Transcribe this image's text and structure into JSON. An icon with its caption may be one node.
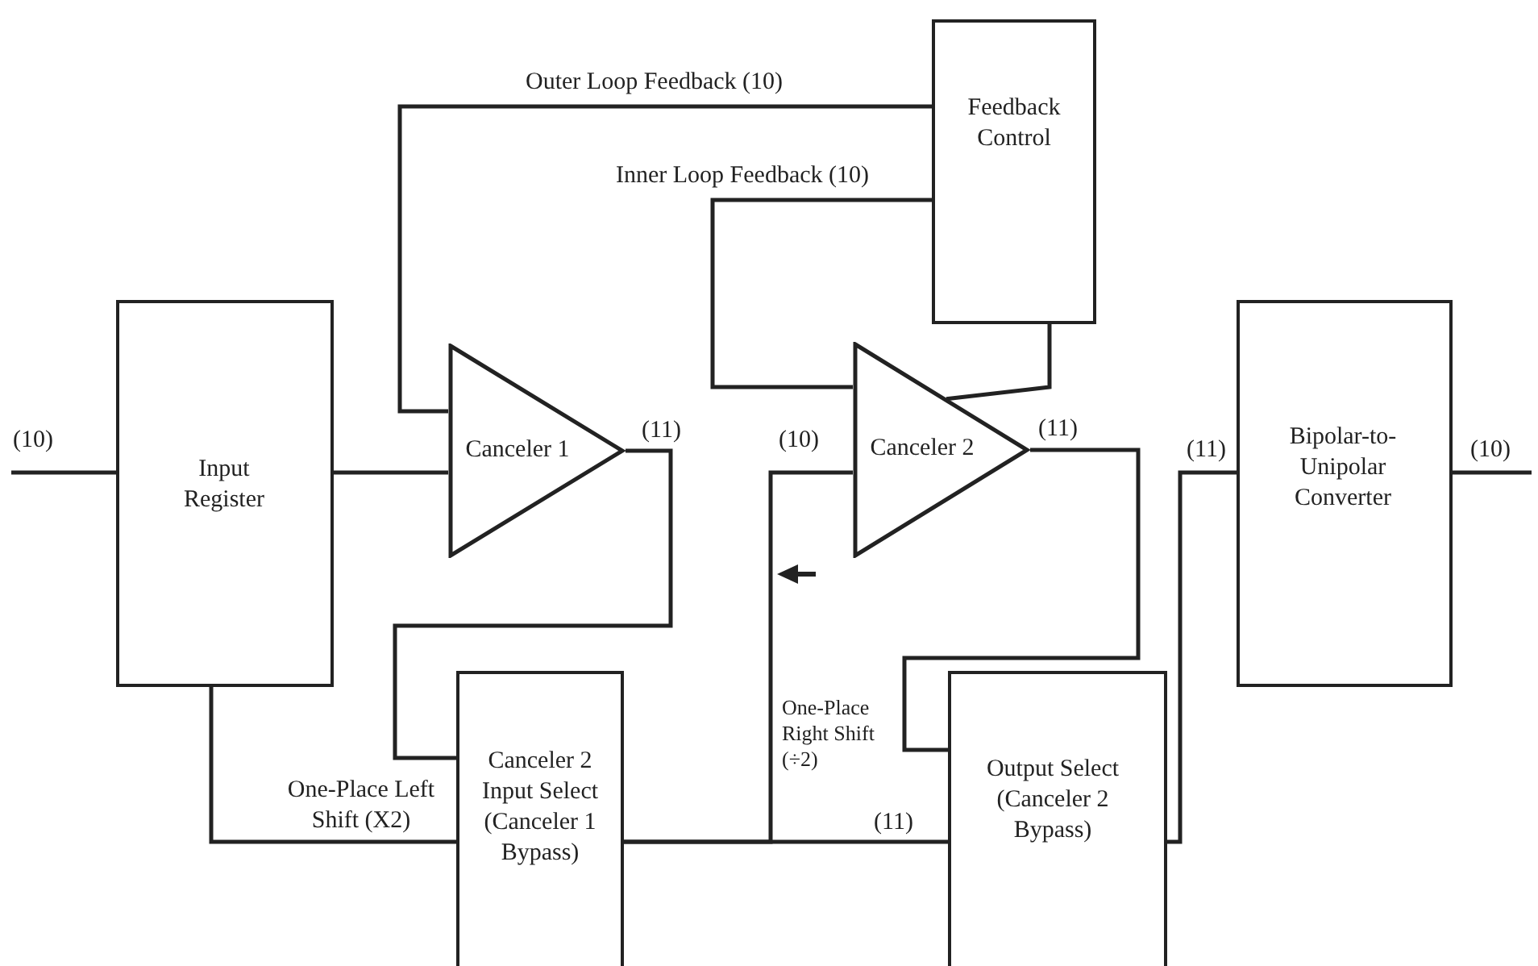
{
  "diagram": {
    "nodes": [
      {
        "text": [
          "Feedback Control"
        ]
      },
      {
        "text": [
          "Input Register"
        ]
      },
      {
        "text": [
          "Canceler 1"
        ]
      },
      {
        "text": [
          "Canceler 2"
        ]
      },
      {
        "text": [
          "Canceler 2 Input Select (Canceler 1 Bypass)"
        ]
      },
      {
        "text": [
          "Output Select (Canceler 2 Bypass)"
        ]
      },
      {
        "text": [
          "Bipolar-to-Unipolar Converter"
        ]
      }
    ],
    "edges": [
      {
        "from": null,
        "to": 1,
        "arrow": "none",
        "label": "(10)"
      },
      {
        "from": 1,
        "to": 2,
        "arrow": "none"
      },
      {
        "from": 0,
        "to": 2,
        "arrow": "none",
        "label": "Outer Loop Feedback (10)"
      },
      {
        "from": 0,
        "to": 3,
        "arrow": "none",
        "label": "Inner Loop Feedback (10)"
      },
      {
        "from": 0,
        "to": 3,
        "arrow": "none"
      },
      {
        "from": 2,
        "to": 4,
        "arrow": "none",
        "label": "(11)"
      },
      {
        "from": 1,
        "to": 4,
        "arrow": "none",
        "label": "One-Place Left Shift (X2)"
      },
      {
        "from": 4,
        "to": 5,
        "arrow": "none",
        "label": "(11)"
      },
      {
        "from": 4,
        "to": 3,
        "arrow": "none",
        "label": "One-Place Right Shift (÷2)"
      },
      {
        "from": 3,
        "to": 5,
        "arrow": "none",
        "label": "(11)"
      },
      {
        "from": 5,
        "to": 6,
        "arrow": "none",
        "label": "(11)"
      },
      {
        "from": 6,
        "to": null,
        "arrow": "none",
        "label": "(10)"
      }
    ],
    "labels": [
      "(10)"
    ]
  }
}
